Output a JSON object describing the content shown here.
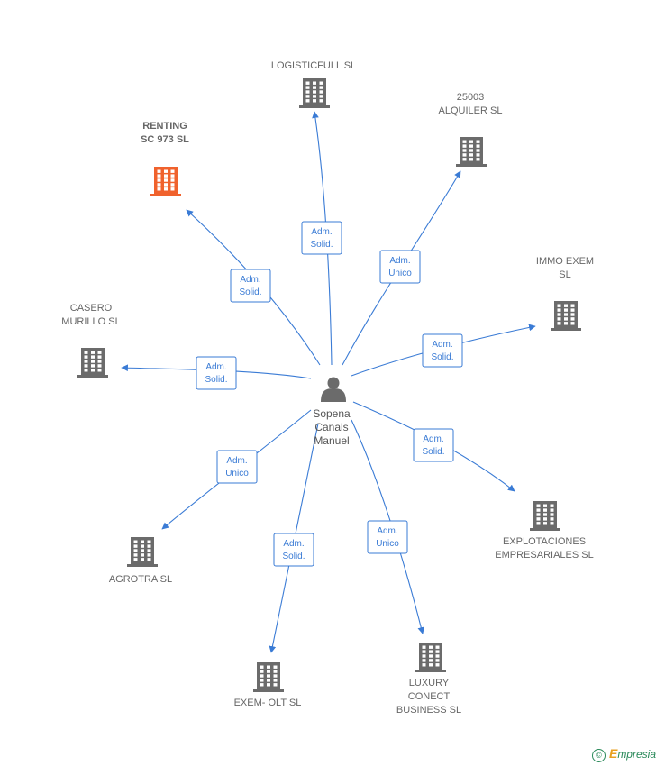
{
  "center": {
    "id": "sopena",
    "label_lines": [
      "Sopena",
      "Canals",
      "Manuel"
    ]
  },
  "companies": [
    {
      "id": "logisticfull",
      "label_lines": [
        "LOGISTICFULL SL"
      ],
      "highlight": false,
      "role_lines": [
        "Adm.",
        "Solid."
      ]
    },
    {
      "id": "alquiler",
      "label_lines": [
        "25003",
        "ALQUILER  SL"
      ],
      "highlight": false,
      "role_lines": [
        "Adm.",
        "Unico"
      ]
    },
    {
      "id": "renting",
      "label_lines": [
        "RENTING",
        "SC 973  SL"
      ],
      "highlight": true,
      "role_lines": [
        "Adm.",
        "Solid."
      ]
    },
    {
      "id": "immo",
      "label_lines": [
        "IMMO EXEM",
        "SL"
      ],
      "highlight": false,
      "role_lines": [
        "Adm.",
        "Solid."
      ]
    },
    {
      "id": "casero",
      "label_lines": [
        "CASERO",
        "MURILLO SL"
      ],
      "highlight": false,
      "role_lines": [
        "Adm.",
        "Solid."
      ]
    },
    {
      "id": "explotaciones",
      "label_lines": [
        "EXPLOTACIONES",
        "EMPRESARIALES SL"
      ],
      "highlight": false,
      "role_lines": [
        "Adm.",
        "Solid."
      ]
    },
    {
      "id": "agrotra",
      "label_lines": [
        "AGROTRA  SL"
      ],
      "highlight": false,
      "role_lines": [
        "Adm.",
        "Unico"
      ]
    },
    {
      "id": "exemolt",
      "label_lines": [
        "EXEM- OLT SL"
      ],
      "highlight": false,
      "role_lines": [
        "Adm.",
        "Solid."
      ]
    },
    {
      "id": "luxury",
      "label_lines": [
        "LUXURY",
        "CONECT",
        "BUSINESS  SL"
      ],
      "highlight": false,
      "role_lines": [
        "Adm.",
        "Unico"
      ]
    }
  ],
  "colors": {
    "edge": "#3a7bd5",
    "building": "#6b6b6b",
    "highlight": "#f0622d",
    "person": "#6b6b6b"
  },
  "icons": {
    "company": "building-icon",
    "person": "person-icon",
    "copyright": "copyright-icon"
  },
  "credit": {
    "symbol": "©",
    "brand_first": "E",
    "brand_rest": "mpresia"
  }
}
